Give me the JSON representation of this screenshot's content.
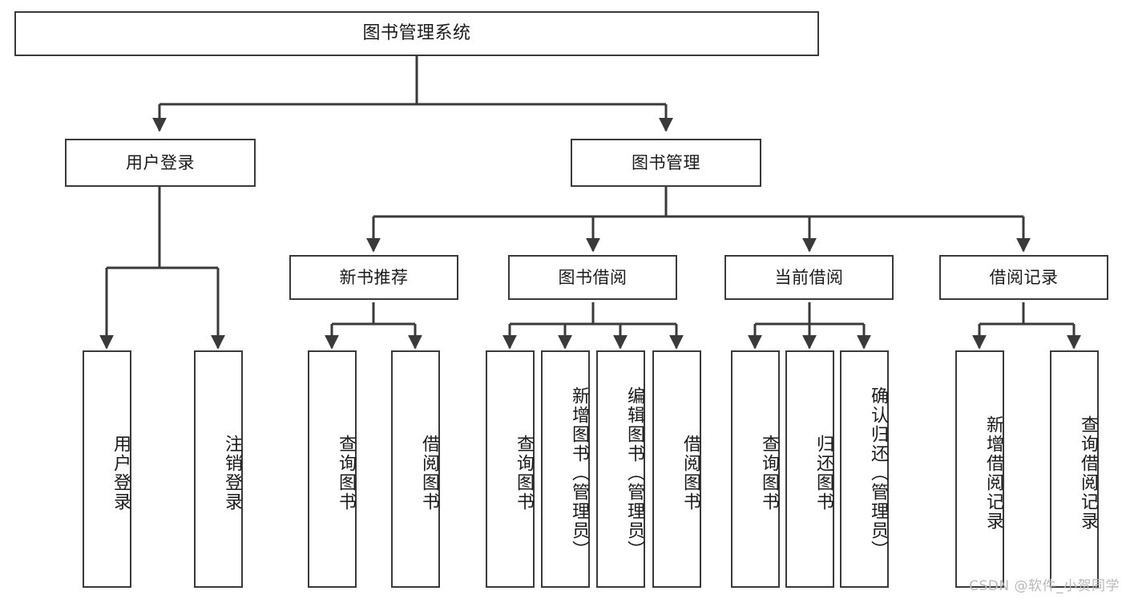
{
  "diagram": {
    "title": "图书管理系统",
    "type": "tree",
    "watermark": "CSDN @软件_小贺同学"
  },
  "root": {
    "label": "图书管理系统"
  },
  "level1": [
    {
      "id": "user-login",
      "label": "用户登录"
    },
    {
      "id": "book-manage",
      "label": "图书管理"
    }
  ],
  "level2": [
    {
      "id": "new-book-recommend",
      "label": "新书推荐"
    },
    {
      "id": "book-borrow",
      "label": "图书借阅"
    },
    {
      "id": "current-borrow",
      "label": "当前借阅"
    },
    {
      "id": "borrow-record",
      "label": "借阅记录"
    }
  ],
  "leaves": {
    "user_login": [
      {
        "id": "leaf-user-login",
        "label": "用户登录"
      },
      {
        "id": "leaf-logout",
        "label": "注销登录"
      }
    ],
    "new_book_recommend": [
      {
        "id": "leaf-query-book-1",
        "label": "查询图书"
      },
      {
        "id": "leaf-borrow-book-1",
        "label": "借阅图书"
      }
    ],
    "book_borrow": [
      {
        "id": "leaf-query-book-2",
        "label": "查询图书"
      },
      {
        "id": "leaf-add-book",
        "label": "新增图书（管理员）"
      },
      {
        "id": "leaf-edit-book",
        "label": "编辑图书（管理员）"
      },
      {
        "id": "leaf-borrow-book-2",
        "label": "借阅图书"
      }
    ],
    "current_borrow": [
      {
        "id": "leaf-query-book-3",
        "label": "查询图书"
      },
      {
        "id": "leaf-return-book",
        "label": "归还图书"
      },
      {
        "id": "leaf-confirm-return",
        "label": "确认归还（管理员）"
      }
    ],
    "borrow_record": [
      {
        "id": "leaf-add-record",
        "label": "新增借阅记录"
      },
      {
        "id": "leaf-query-record",
        "label": "查询借阅记录"
      }
    ]
  },
  "colors": {
    "stroke": "#3a3a3a",
    "fill": "#ffffff",
    "text": "#1a1a1a",
    "watermark": "#b9b9b9"
  }
}
